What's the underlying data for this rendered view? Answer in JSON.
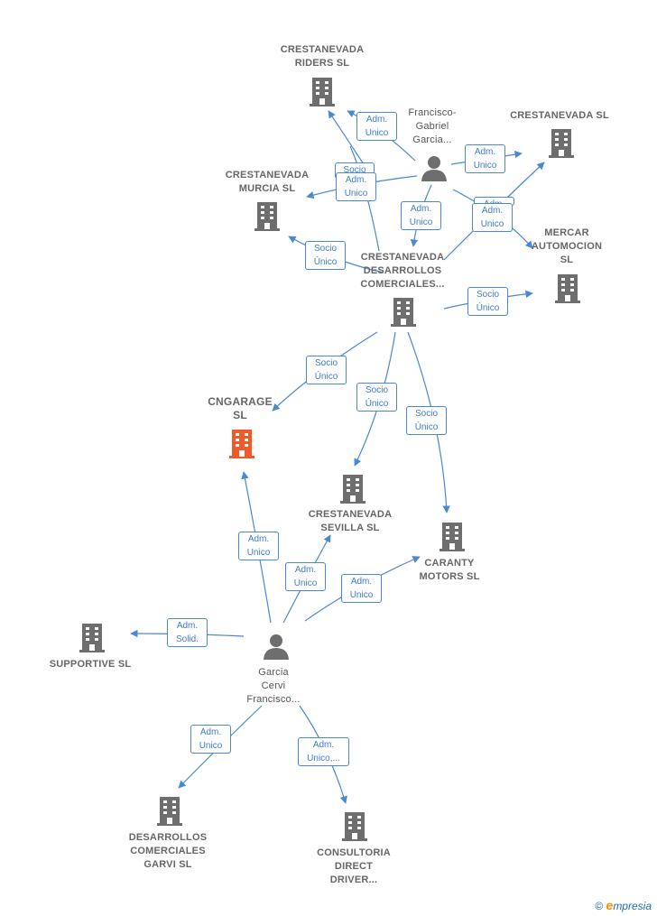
{
  "nodes": {
    "riders": {
      "label": "CRESTANEVADA\nRIDERS  SL",
      "kind": "company"
    },
    "murcia": {
      "label": "CRESTANEVADA\nMURCIA  SL",
      "kind": "company"
    },
    "cresta": {
      "label": "CRESTANEVADA SL",
      "kind": "company"
    },
    "mercar": {
      "label": "MERCAR\nAUTOMOCION\nSL",
      "kind": "company"
    },
    "desarr": {
      "label": "CRESTANEVADA\nDESARROLLOS\nCOMERCIALES...",
      "kind": "company"
    },
    "cngarage": {
      "label": "CNGARAGE\nSL",
      "kind": "focus"
    },
    "sevilla": {
      "label": "CRESTANEVADA\nSEVILLA  SL",
      "kind": "company"
    },
    "caranty": {
      "label": "CARANTY\nMOTORS  SL",
      "kind": "company"
    },
    "supportive": {
      "label": "SUPPORTIVE SL",
      "kind": "company"
    },
    "garvi": {
      "label": "DESARROLLOS\nCOMERCIALES\nGARVI  SL",
      "kind": "company"
    },
    "consultoria": {
      "label": "CONSULTORIA\nDIRECT\nDRIVER...",
      "kind": "company"
    },
    "francisco": {
      "label": "Francisco-\nGabriel\nGarcia...",
      "kind": "person"
    },
    "garcia": {
      "label": "Garcia\nCervi\nFrancisco...",
      "kind": "person"
    }
  },
  "edge_labels": {
    "f_riders": "Adm.\nUnico",
    "f_murcia_socio": "Socio\nÚnico",
    "f_murcia": "Adm.\nUnico",
    "f_cresta": "Adm.\nUnico",
    "f_desarr": "Adm.\nUnico",
    "f_mercar_hidden": "Adm.\nUnico",
    "f_mercar": "Adm.\nUnico",
    "d_murcia": "Socio\nÚnico",
    "d_mercar": "Socio\nÚnico",
    "d_cngarage": "Socio\nÚnico",
    "d_sevilla": "Socio\nÚnico",
    "d_caranty": "Socio\nÚnico",
    "g_cngarage": "Adm.\nUnico",
    "g_sevilla": "Adm.\nUnico",
    "g_caranty": "Adm.\nUnico",
    "g_supportive": "Adm.\nSolid.",
    "g_garvi": "Adm.\nUnico",
    "g_consultoria": "Adm.\nUnico,..."
  },
  "colors": {
    "edge": "#4a88d0",
    "building": "#6e6e6e",
    "focus_building": "#f05a28",
    "person": "#6e6e6e"
  },
  "brand": {
    "copyright": "©",
    "e": "e",
    "rest": "mpresia"
  }
}
